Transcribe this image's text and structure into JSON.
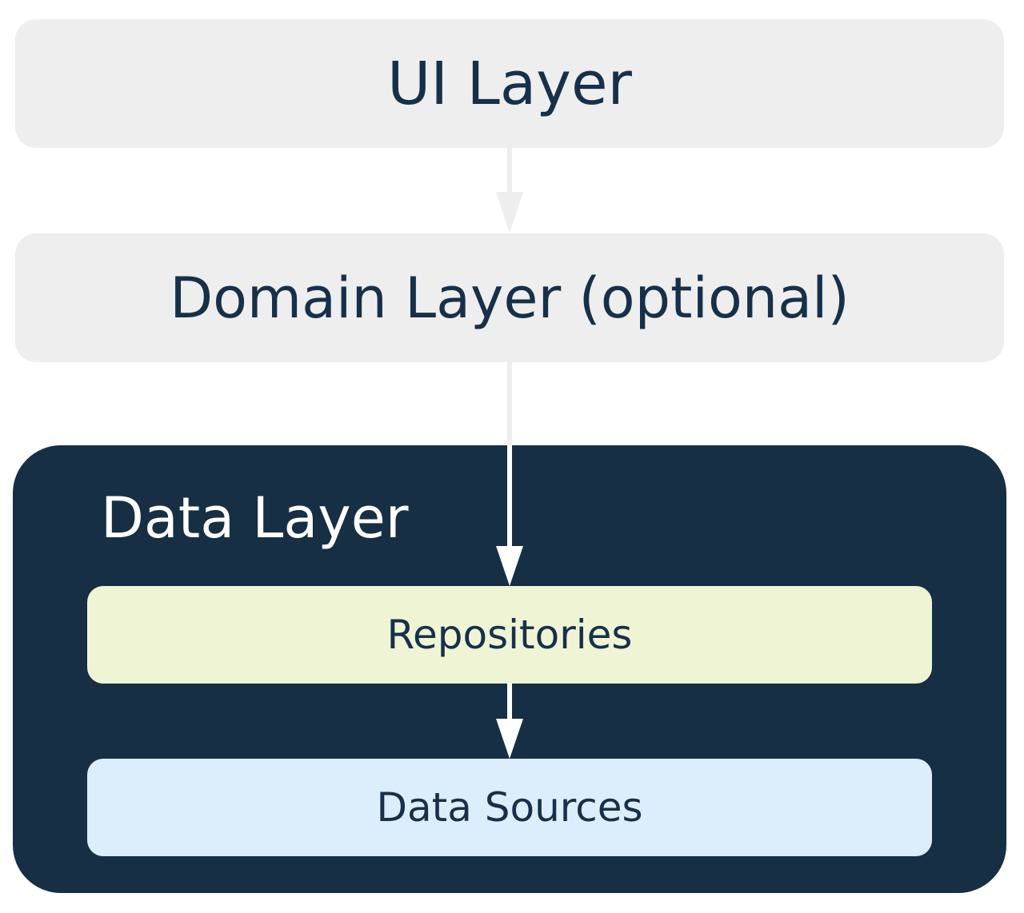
{
  "diagram": {
    "nodes": {
      "ui_layer": "UI Layer",
      "domain_layer": "Domain Layer (optional)",
      "data_layer": "Data Layer",
      "repositories": "Repositories",
      "data_sources": "Data Sources"
    },
    "edges": [
      {
        "from": "UI Layer",
        "to": "Domain Layer (optional)"
      },
      {
        "from": "Domain Layer (optional)",
        "to": "Repositories"
      },
      {
        "from": "Repositories",
        "to": "Data Sources"
      }
    ]
  },
  "colors": {
    "layer_box": "#eeeeee",
    "data_layer": "#172f44",
    "repositories": "#eff5d4",
    "data_sources": "#dcedfb",
    "text_dark": "#17304a",
    "text_light": "#ffffff",
    "arrow_light": "#eeeeee",
    "arrow_white": "#ffffff"
  }
}
